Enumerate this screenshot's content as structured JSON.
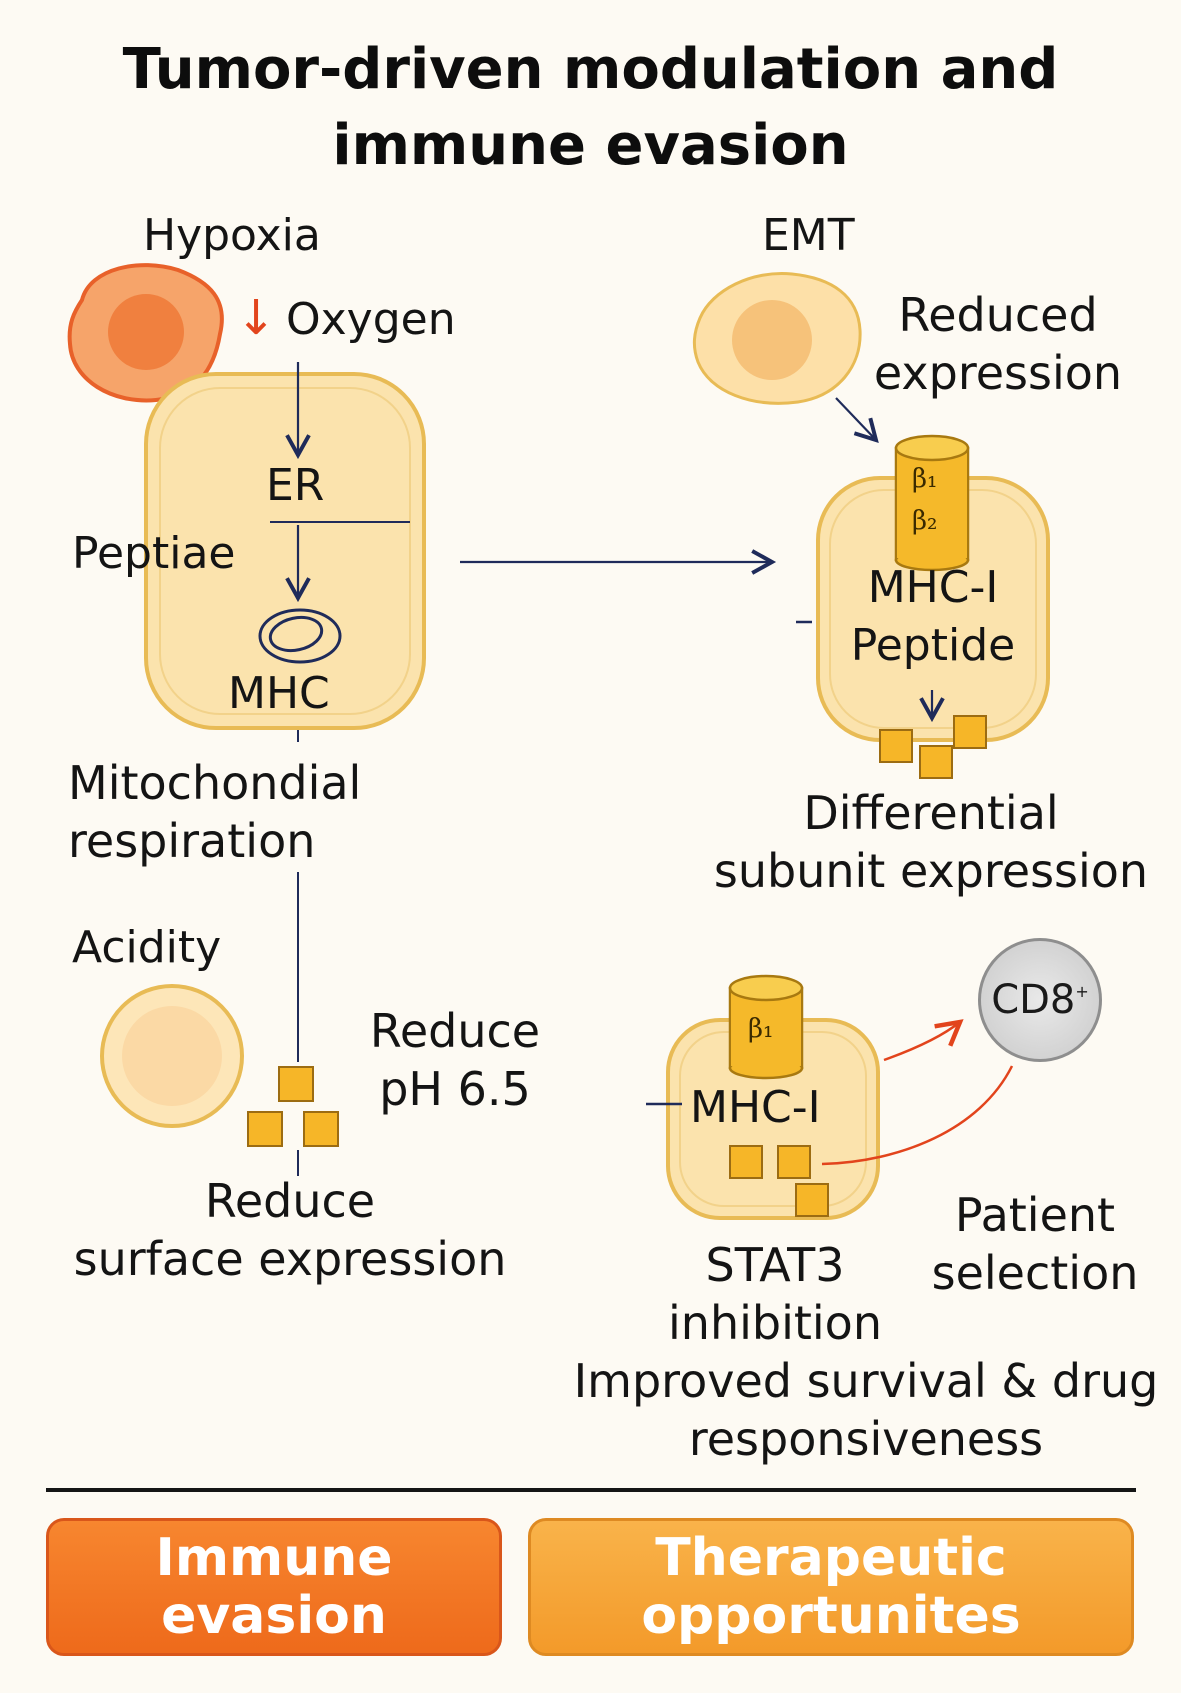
{
  "title": {
    "line1": "Tumor-driven modulation and",
    "line2": "immune evasion"
  },
  "hypoxia": {
    "heading": "Hypoxia",
    "oxygen": "Oxygen",
    "arrow_down": "↓",
    "er": "ER",
    "peptide": "Peptiae",
    "mhc": "MHC",
    "mito_line1": "Mitochondial",
    "mito_line2": "respiration"
  },
  "emt": {
    "heading": "EMT",
    "reduced_line1": "Reduced",
    "reduced_line2": "expression",
    "beta1": "β₁",
    "beta2": "β₂",
    "mhc1": "MHC-I",
    "peptide": "Peptide",
    "diff_line1": "Differential",
    "diff_line2": "subunit expression"
  },
  "acidity": {
    "heading": "Acidity",
    "reduce_line1": "Reduce",
    "reduce_line2": "pH 6.5",
    "surface_line1": "Reduce",
    "surface_line2": "surface expression"
  },
  "therapy": {
    "beta1": "β₁",
    "mhc1": "MHC-I",
    "cd8": "CD8",
    "cd8_sup": "+",
    "stat3_line1": "STAT3",
    "stat3_line2": "inhibition",
    "patient_line1": "Patient",
    "patient_line2": "selection",
    "improved_line1": "Improved survival & drug",
    "improved_line2": "responsiveness"
  },
  "buttons": {
    "immune_line1": "Immune",
    "immune_line2": "evasion",
    "therapy_line1": "Therapeutic",
    "therapy_line2": "opportunites"
  },
  "colors": {
    "cell_fill": "#fbe3ad",
    "cell_stroke": "#e8bb55",
    "tumor_orange": "#f07a37",
    "arrow_navy": "#1f2b5a",
    "arrow_red": "#e2441c",
    "cylinder_gold": "#f5b92a",
    "square_gold": "#f6b628",
    "immune_btn": "#f27625",
    "therapy_btn": "#f6a63a"
  }
}
